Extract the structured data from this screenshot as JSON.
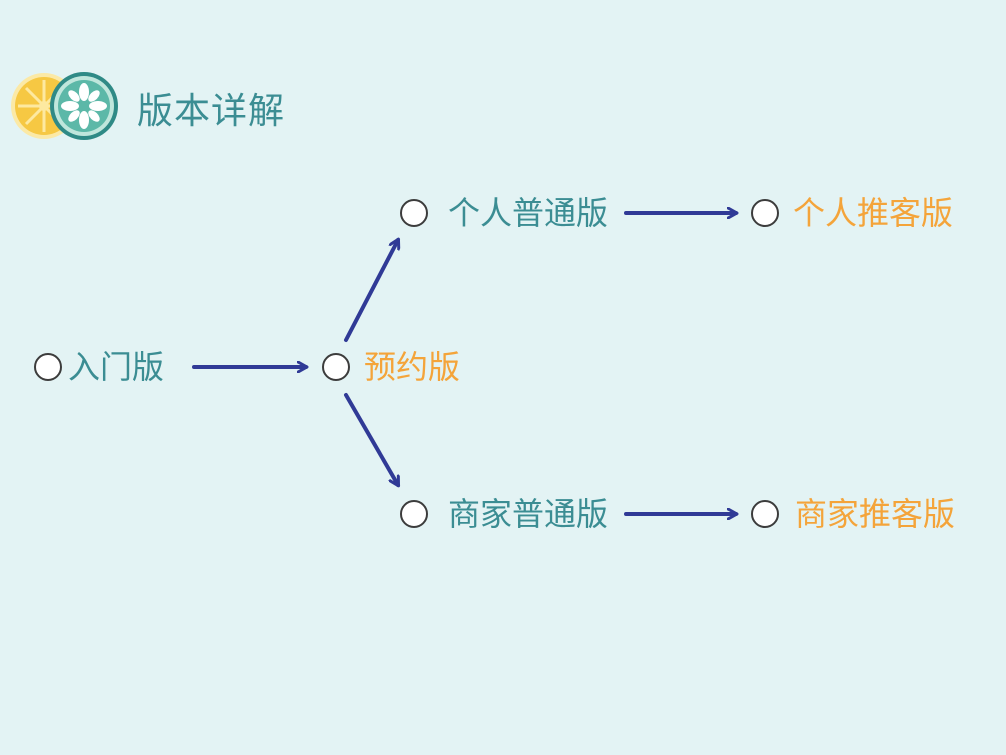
{
  "header": {
    "title": "版本详解",
    "logo_icon": "citrus-slices-icon"
  },
  "colors": {
    "background": "#e3f3f4",
    "teal_text": "#3b8d93",
    "orange_text": "#f4a43a",
    "arrow": "#303a96",
    "lemon": "#f6c843",
    "lime": "#5cb8a8"
  },
  "diagram": {
    "nodes": {
      "entry": {
        "label": "入门版"
      },
      "booking": {
        "label": "预约版"
      },
      "personal_basic": {
        "label": "个人普通版"
      },
      "personal_referral": {
        "label": "个人推客版"
      },
      "merchant_basic": {
        "label": "商家普通版"
      },
      "merchant_referral": {
        "label": "商家推客版"
      }
    }
  }
}
